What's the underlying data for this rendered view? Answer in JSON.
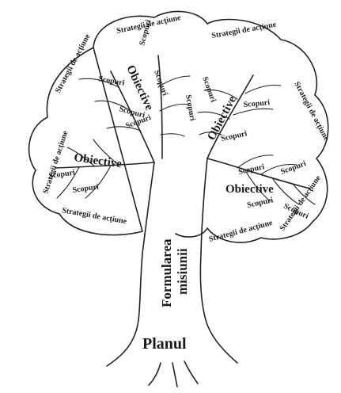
{
  "labels": {
    "strategii": "Strategii de acţiune",
    "obiective": "Obiective",
    "scopuri": "Scopuri",
    "formularea": "Formularea",
    "misiunii": "misiunii",
    "planul": "Planul"
  }
}
